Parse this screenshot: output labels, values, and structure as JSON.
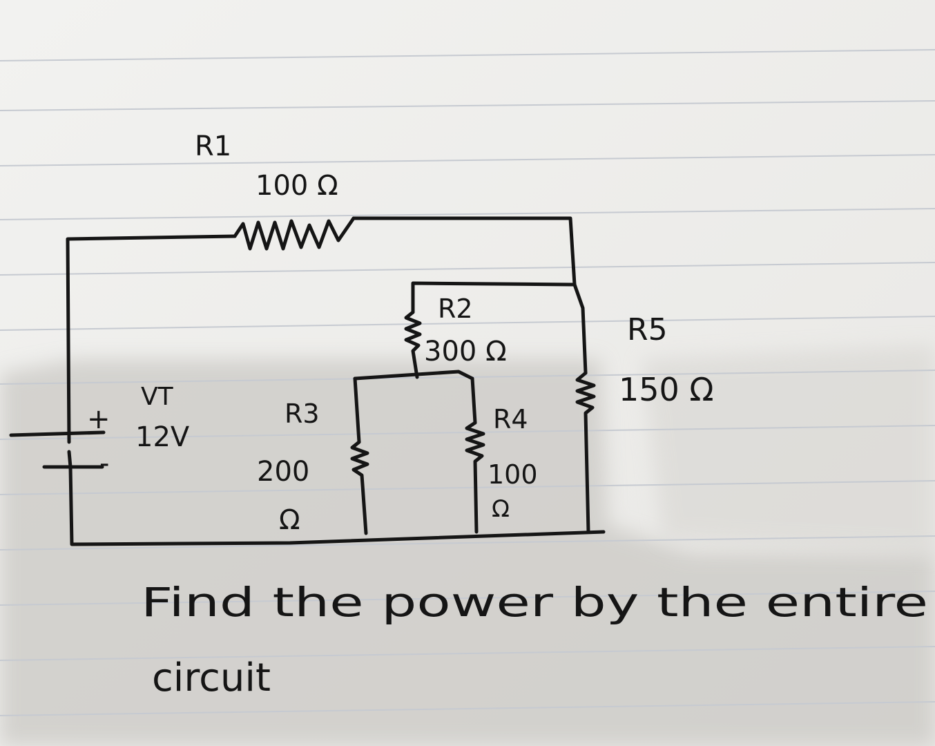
{
  "diagram": {
    "r1": {
      "name": "R1",
      "value": "100 Ω"
    },
    "r2": {
      "name": "R2",
      "value": "300 Ω"
    },
    "r3": {
      "name": "R3",
      "value": "200",
      "unit": "Ω"
    },
    "r4": {
      "name": "R4",
      "value": "100",
      "unit": "Ω"
    },
    "r5": {
      "name": "R5",
      "value": "150 Ω"
    },
    "source": {
      "plus": "+",
      "minus": "-",
      "name": "VT",
      "value": "12V"
    }
  },
  "question": {
    "line1": "Find the power by the entire",
    "line2": "circuit"
  },
  "colors": {
    "ink": "#151515",
    "paper": "#eeeeec",
    "shadow": "#c9c7c3",
    "rule": "#c8ccd3"
  }
}
